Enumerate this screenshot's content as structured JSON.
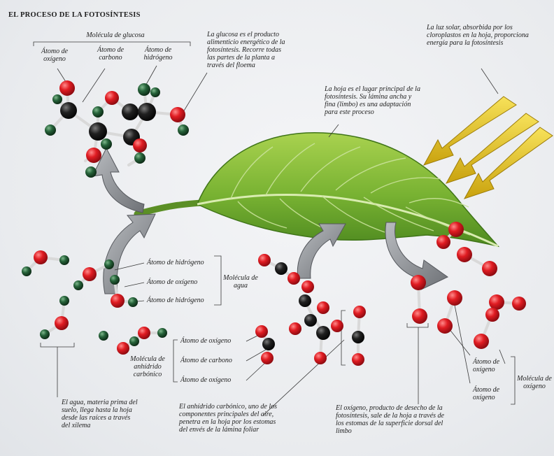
{
  "title": "EL PROCESO DE LA FOTOSÍNTESIS",
  "glucose": {
    "molecule_label": "Molécula de glucosa",
    "atom_oxygen": "Átomo de oxígeno",
    "atom_carbon": "Átomo de carbono",
    "atom_hydrogen": "Átomo de hidrógeno",
    "description": "La glucosa es el producto alimenticio energético de la fotosíntesis. Recorre todas las partes de la planta a través del floema"
  },
  "sunlight": {
    "description": "La luz solar, absorbida por los cloroplastos en la hoja, proporciona energía para la fotosíntesis"
  },
  "leaf": {
    "description": "La hoja es el lugar principal de la fotosíntesis. Su lámina ancha y fina (limbo) es una adaptación para este proceso"
  },
  "water": {
    "atom_hydrogen_1": "Átomo de hidrógeno",
    "atom_oxygen": "Átomo de oxígeno",
    "atom_hydrogen_2": "Átomo de hidrógeno",
    "molecule_label": "Molécula de agua",
    "description": "El agua, materia prima del suelo, llega hasta la hoja desde las raíces a través del xilema"
  },
  "co2": {
    "molecule_label": "Molécula de anhídrido carbónico",
    "atom_oxygen_1": "Átomo de oxígeno",
    "atom_carbon": "Átomo de carbono",
    "atom_oxygen_2": "Átomo de oxígeno",
    "description": "El anhídrido carbónico, uno de los componentes principales del aire, penetra en la hoja por los estomas del envés de la lámina foliar"
  },
  "oxygen": {
    "description": "El oxígeno, producto de desecho de la fotosíntesis, sale de la hoja a través de los estomas de la superficie dorsal del limbo",
    "atom_oxygen_1": "Átomo de oxígeno",
    "atom_oxygen_2": "Átomo de oxígeno",
    "molecule_label": "Molécula de oxígeno"
  },
  "colors": {
    "oxygen_atom": "#d8141e",
    "carbon_atom": "#161616",
    "hydrogen_atom": "#1f5a2c",
    "leaf": "#7fb83a",
    "sun_arrow": "#e3c21a",
    "flow_arrow": "#8a8d92"
  }
}
